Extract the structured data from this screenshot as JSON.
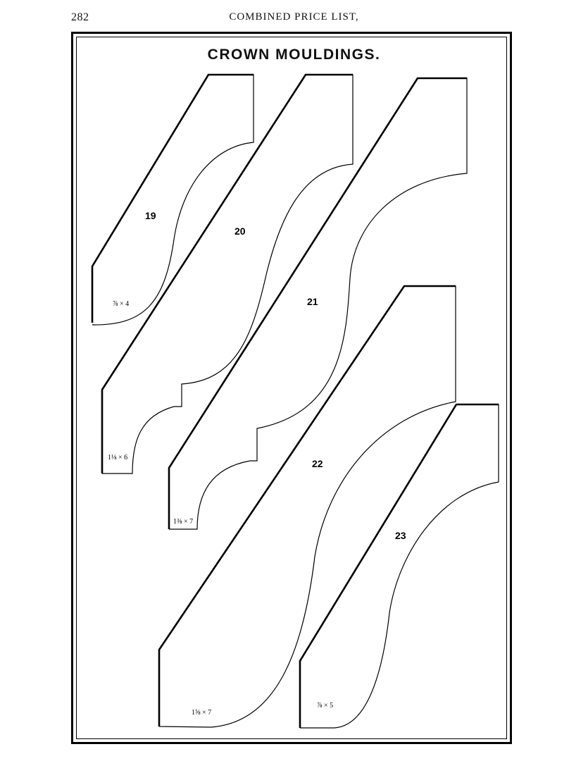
{
  "page": {
    "number": "282",
    "running_head": "COMBINED PRICE LIST,"
  },
  "plate": {
    "title": "CROWN MOULDINGS."
  },
  "mouldings": [
    {
      "number": "19",
      "size": "⅞ × 4"
    },
    {
      "number": "20",
      "size": "1⅛ × 6"
    },
    {
      "number": "21",
      "size": "1⅜ × 7"
    },
    {
      "number": "22",
      "size": "1⅝ × 7"
    },
    {
      "number": "23",
      "size": "⅞ × 5"
    }
  ]
}
